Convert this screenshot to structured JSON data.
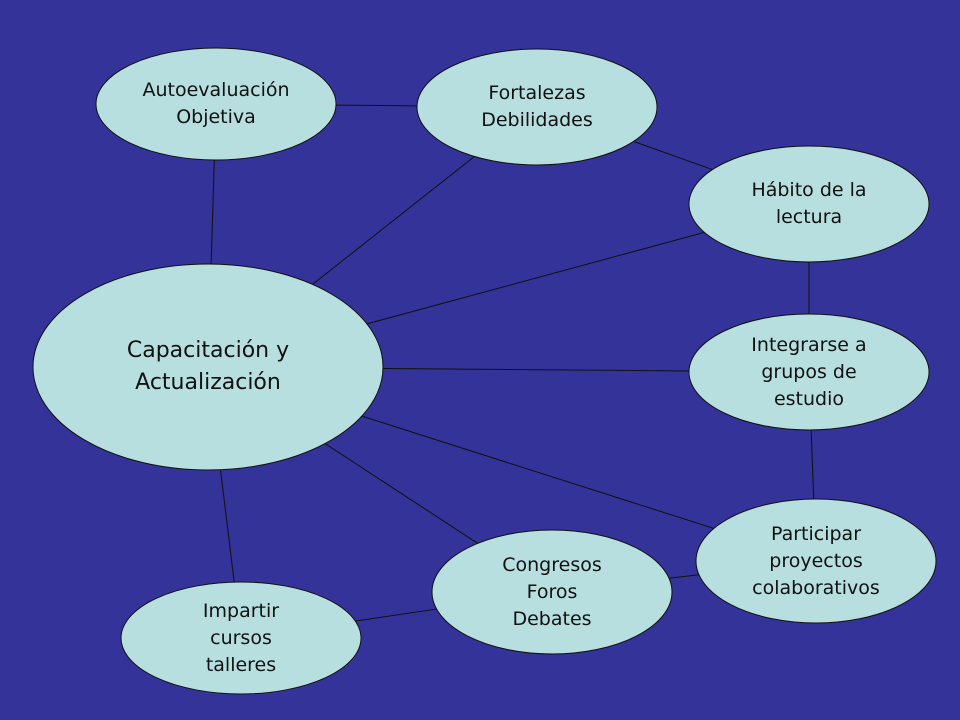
{
  "colors": {
    "background": "#333399",
    "node_fill": "#b8dfe0",
    "line": "#111111"
  },
  "nodes": {
    "autoevaluacion": {
      "lines": [
        "Autoevaluación",
        "Objetiva"
      ]
    },
    "fortalezas": {
      "lines": [
        "Fortalezas",
        "Debilidades"
      ]
    },
    "habito": {
      "lines": [
        "Hábito de la",
        "lectura"
      ]
    },
    "capacitacion": {
      "lines": [
        "Capacitación y",
        "Actualización"
      ]
    },
    "integrarse": {
      "lines": [
        "Integrarse a",
        "grupos de",
        "estudio"
      ]
    },
    "participar": {
      "lines": [
        "Participar",
        "proyectos",
        "colaborativos"
      ]
    },
    "congresos": {
      "lines": [
        "Congresos",
        "Foros",
        "Debates"
      ]
    },
    "impartir": {
      "lines": [
        "Impartir",
        "cursos",
        "talleres"
      ]
    }
  },
  "edges": [
    [
      "autoevaluacion",
      "fortalezas"
    ],
    [
      "autoevaluacion",
      "capacitacion"
    ],
    [
      "fortalezas",
      "habito"
    ],
    [
      "fortalezas",
      "capacitacion"
    ],
    [
      "habito",
      "capacitacion"
    ],
    [
      "habito",
      "integrarse"
    ],
    [
      "capacitacion",
      "integrarse"
    ],
    [
      "capacitacion",
      "participar"
    ],
    [
      "capacitacion",
      "congresos"
    ],
    [
      "capacitacion",
      "impartir"
    ],
    [
      "integrarse",
      "participar"
    ],
    [
      "participar",
      "congresos"
    ],
    [
      "congresos",
      "impartir"
    ]
  ]
}
